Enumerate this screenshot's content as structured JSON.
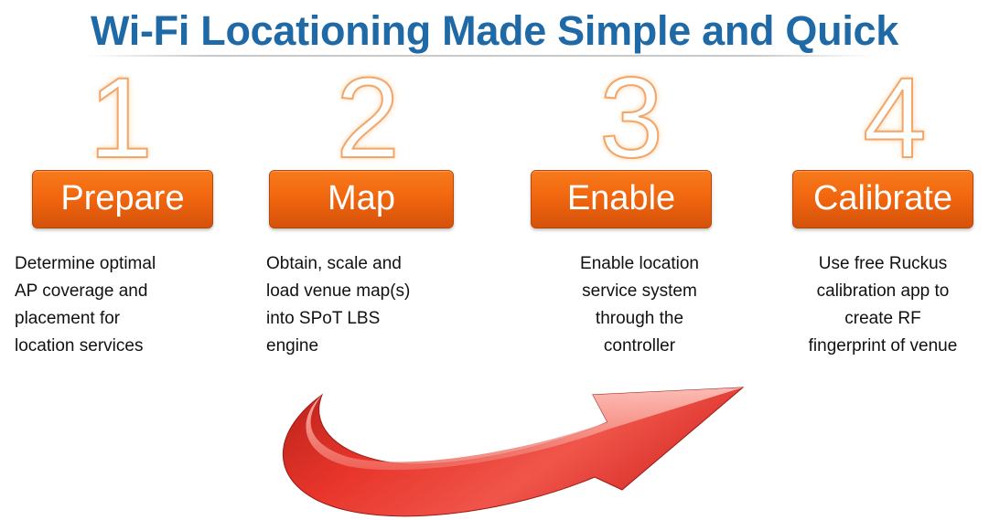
{
  "title": "Wi-Fi Locationing Made Simple and Quick",
  "steps": [
    {
      "number": "1",
      "label": "Prepare",
      "description": "Determine optimal\nAP coverage and\nplacement  for\nlocation services"
    },
    {
      "number": "2",
      "label": "Map",
      "description": "Obtain, scale and\nload venue map(s)\ninto SPoT LBS\nengine"
    },
    {
      "number": "3",
      "label": "Enable",
      "description": "Enable location\nservice system\nthrough the\ncontroller"
    },
    {
      "number": "4",
      "label": "Calibrate",
      "description": "Use free Ruckus\ncalibration app to\ncreate RF\nfingerprint of venue"
    }
  ],
  "colors": {
    "title": "#1f6aa6",
    "button": "#f2670f",
    "arrow": "#e8352b"
  },
  "icons": {
    "progress_arrow": "curved-arrow-icon"
  }
}
